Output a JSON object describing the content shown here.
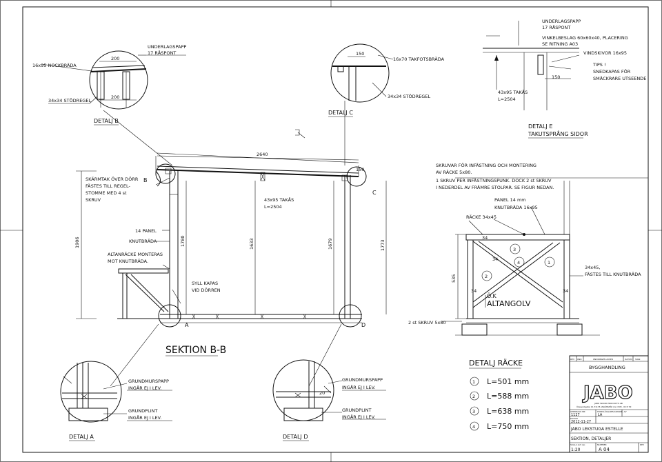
{
  "sheet": {
    "section_title": "SEKTION B-B",
    "detail_labels": {
      "a": "DETALJ A",
      "b": "DETALJ B",
      "c": "DETALJ C",
      "d": "DETALJ D",
      "e1": "DETALJ E",
      "e2": "TAKUTSPRÅNG SIDOR",
      "racke": "DETALJ RÄCKE"
    },
    "markers": {
      "a": "A",
      "b": "B",
      "c": "C",
      "d": "D"
    }
  },
  "detail_b": {
    "nockbrada": "16x95 NOCKBRÄDA",
    "underlag1": "UNDERLAGSPAPP",
    "underlag2": "17 RÅSPONT",
    "stodregel": "34x34 STÖDREGEL",
    "dim1": "200",
    "dim2": "200"
  },
  "detail_c": {
    "takfot": "16x70 TAKFOTSBRÄDA",
    "stodregel": "34x34 STÖDREGEL",
    "dim": "150"
  },
  "detail_e": {
    "lines": [
      "UNDERLAGSPAPP",
      "17 RÅSPONT",
      "VINKELBESLAG 60x60x40, PLACERING",
      "SE RITNING A03"
    ],
    "vindskivor": "VINDSKIVOR 16x95",
    "tips": [
      "TIPS !",
      "SNEDKAPAS FÖR",
      "SMÄCKRARE UTSEENDE"
    ],
    "takas": [
      "43x95 TAKÅS",
      "L=2504"
    ],
    "dim": "150"
  },
  "section": {
    "dim_top": "2640",
    "dim_150": "150",
    "takas": [
      "43x95 TAKÅS",
      "L=2504"
    ],
    "skarmtak": [
      "SKÄRMTAK ÖVER DÖRR",
      "FÄSTES TILL REGEL-",
      "STOMME MED 4 st",
      "SKRUV"
    ],
    "panel": "14 PANEL",
    "knutbrada": "KNUTBRÄDA",
    "altanracke": [
      "ALTANRÄCKE MONTERAS",
      "MOT KNUTBRÄDA."
    ],
    "syll": [
      "SYLL KAPAS",
      "VID DÖRREN"
    ],
    "dims_vertical": [
      "1906",
      "1780",
      "1633",
      "1679",
      "1773"
    ]
  },
  "detail_a": {
    "grundmurspapp": [
      "GRUNDMURSPAPP",
      "INGÅR EJ I LEV."
    ],
    "grundplint": [
      "GRUNDPLINT",
      "INGÅR EJ I LEV."
    ]
  },
  "detail_d": {
    "grundmurspapp": [
      "GRUNDMURSPAPP",
      "INGÅR EJ I LEV."
    ],
    "grundplint": [
      "GRUNDPLINT",
      "INGÅR EJ I LEV."
    ],
    "dim": "20"
  },
  "racke": {
    "skruvar": [
      "SKRUVAR FÖR INFÄSTNING OCH MONTERING",
      "AV RÄCKE 5x80.",
      "1 SKRUV PER INFÄSTNINGSPUNK. DOCK 2 st SKRUV",
      "I NEDERDEL AV FRÄMRE STOLPAR. SE FIGUR NEDAN."
    ],
    "panel": "PANEL 14 mm",
    "knutbrada": "KNUTBRÄDA 16x95",
    "racke_label": "RÄCKE 34x45",
    "right_label": [
      "34x45,",
      "FÄSTES TILL KNUTBRÄDA"
    ],
    "ok": "Ö.K",
    "altangolv": "ALTANGOLV",
    "skruv": "2 st SKRUV 5x80",
    "dim535": "535",
    "dim34a": "34",
    "dim34b": "34",
    "dim34c": "34",
    "dim34d": "34",
    "balloons": [
      "1",
      "2",
      "3",
      "4"
    ],
    "lengths": [
      {
        "no": "1",
        "text": "L=501  mm"
      },
      {
        "no": "2",
        "text": "L=588  mm"
      },
      {
        "no": "3",
        "text": "L=638  mm"
      },
      {
        "no": "4",
        "text": "L=750  mm"
      }
    ]
  },
  "titleblock": {
    "rev_headers": [
      "REV",
      "ÄND",
      "ÄNDRINGEN AVSER",
      "DATUM",
      "SIGN"
    ],
    "status": "BYGGHANDLING",
    "logo": "JABO",
    "company": "JABO WOOD PRODUCTS AB",
    "address": "Ödeswedsgatan 16, 514 55  ASSLÖNSHÅR | tel. 0325 - 66 17 80",
    "uppdrag_label": "UPPDRAGS NR",
    "uppdrag": "1127",
    "handl_label": "HANDLÄGGARE/GRANSK. AV",
    "handl": "LA",
    "datum_label": "DATUM",
    "datum": "2012-11-27",
    "project": "JABO LEKSTUGA ESTELLE",
    "desc": "SEKTION, DETALJER",
    "skala_label": "SKALA (A3 ca)",
    "skala": "1:20",
    "nummer_label": "NUMMER",
    "nummer": "A 04",
    "rev_label": "REV"
  }
}
